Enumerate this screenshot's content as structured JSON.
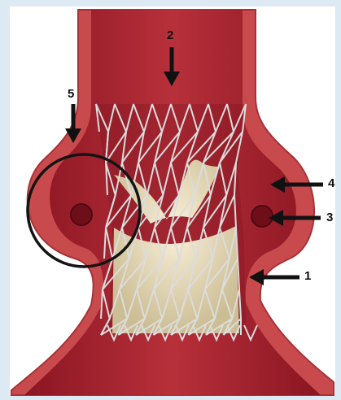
{
  "labels": {
    "one": "1",
    "two": "2",
    "three": "3",
    "four": "4",
    "five": "5"
  },
  "colors": {
    "background": "#dde9f3",
    "panel": "#ffffff",
    "wall": "#c94a4d",
    "wall_edge": "#a53236",
    "lumen": "#a81e2c",
    "ostium": "#6d0e19",
    "stent": "#d9d9d9",
    "leaflet": "#f1ecc8",
    "arrow": "#111111",
    "circle": "#141414"
  }
}
